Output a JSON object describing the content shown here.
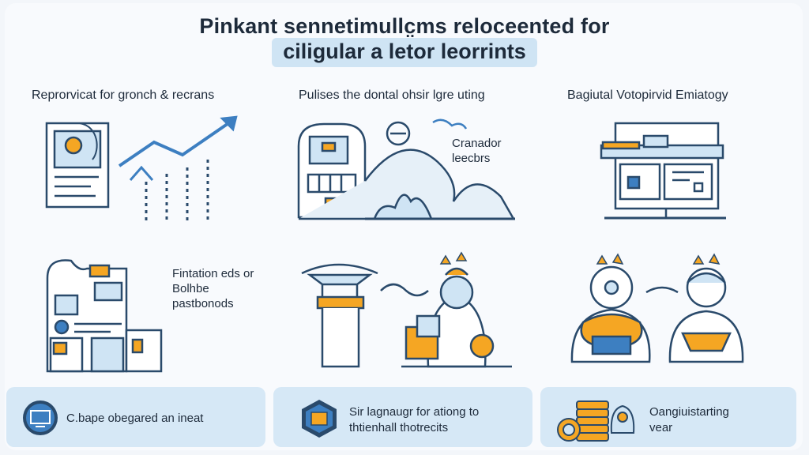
{
  "header": {
    "title_line1": "Pinkant sennetimullc̤ms relocеented for",
    "title_line2": "ciligular a letor leorrints"
  },
  "columns": [
    {
      "heading": "Reprorvicat for gronch & recrans"
    },
    {
      "heading": "Pulises the dontal ohsir lgre uting"
    },
    {
      "heading": "Bagiutal Votopirvid Emiatogy"
    }
  ],
  "labels": {
    "cranador": [
      "Cranador",
      "leecbrs"
    ],
    "fintation": [
      "Fintation eds or",
      "Bolhbe",
      "pastbonods"
    ]
  },
  "bottom_panels": [
    {
      "lines": [
        "C.bape obegared an ineat"
      ],
      "icon": "monitor-icon"
    },
    {
      "lines": [
        "Sir lagnaugr for ationg to",
        "thtienhall thotrecits"
      ],
      "icon": "box-hexagon-icon"
    },
    {
      "lines": [
        "Oangiuistarting",
        "vear"
      ],
      "icon": "coins-icon"
    }
  ],
  "colors": {
    "navy": "#2a4a6b",
    "blue": "#3d7fc1",
    "lightblue": "#cfe4f4",
    "orange": "#f5a623"
  }
}
